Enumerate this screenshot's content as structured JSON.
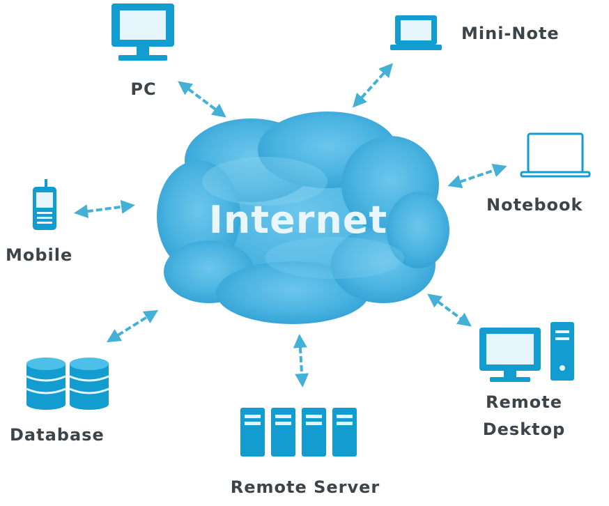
{
  "colors": {
    "icon": "#139cd0",
    "cloud": "#4bb4e2",
    "arrow": "#45b0d6",
    "label": "#3c4449"
  },
  "cloud": {
    "label": "Internet"
  },
  "nodes": {
    "pc": {
      "label": "PC",
      "icon": "desktop-monitor-icon"
    },
    "mini_note": {
      "label": "Mini-Note",
      "icon": "mini-laptop-icon"
    },
    "notebook": {
      "label": "Notebook",
      "icon": "laptop-icon"
    },
    "mobile": {
      "label": "Mobile",
      "icon": "mobile-phone-icon"
    },
    "database": {
      "label": "Database",
      "icon": "database-icon"
    },
    "remote_server": {
      "label": "Remote Server",
      "icon": "server-rack-icon"
    },
    "remote_desktop": {
      "line1": "Remote",
      "line2": "Desktop",
      "icon": "desktop-tower-icon"
    }
  }
}
